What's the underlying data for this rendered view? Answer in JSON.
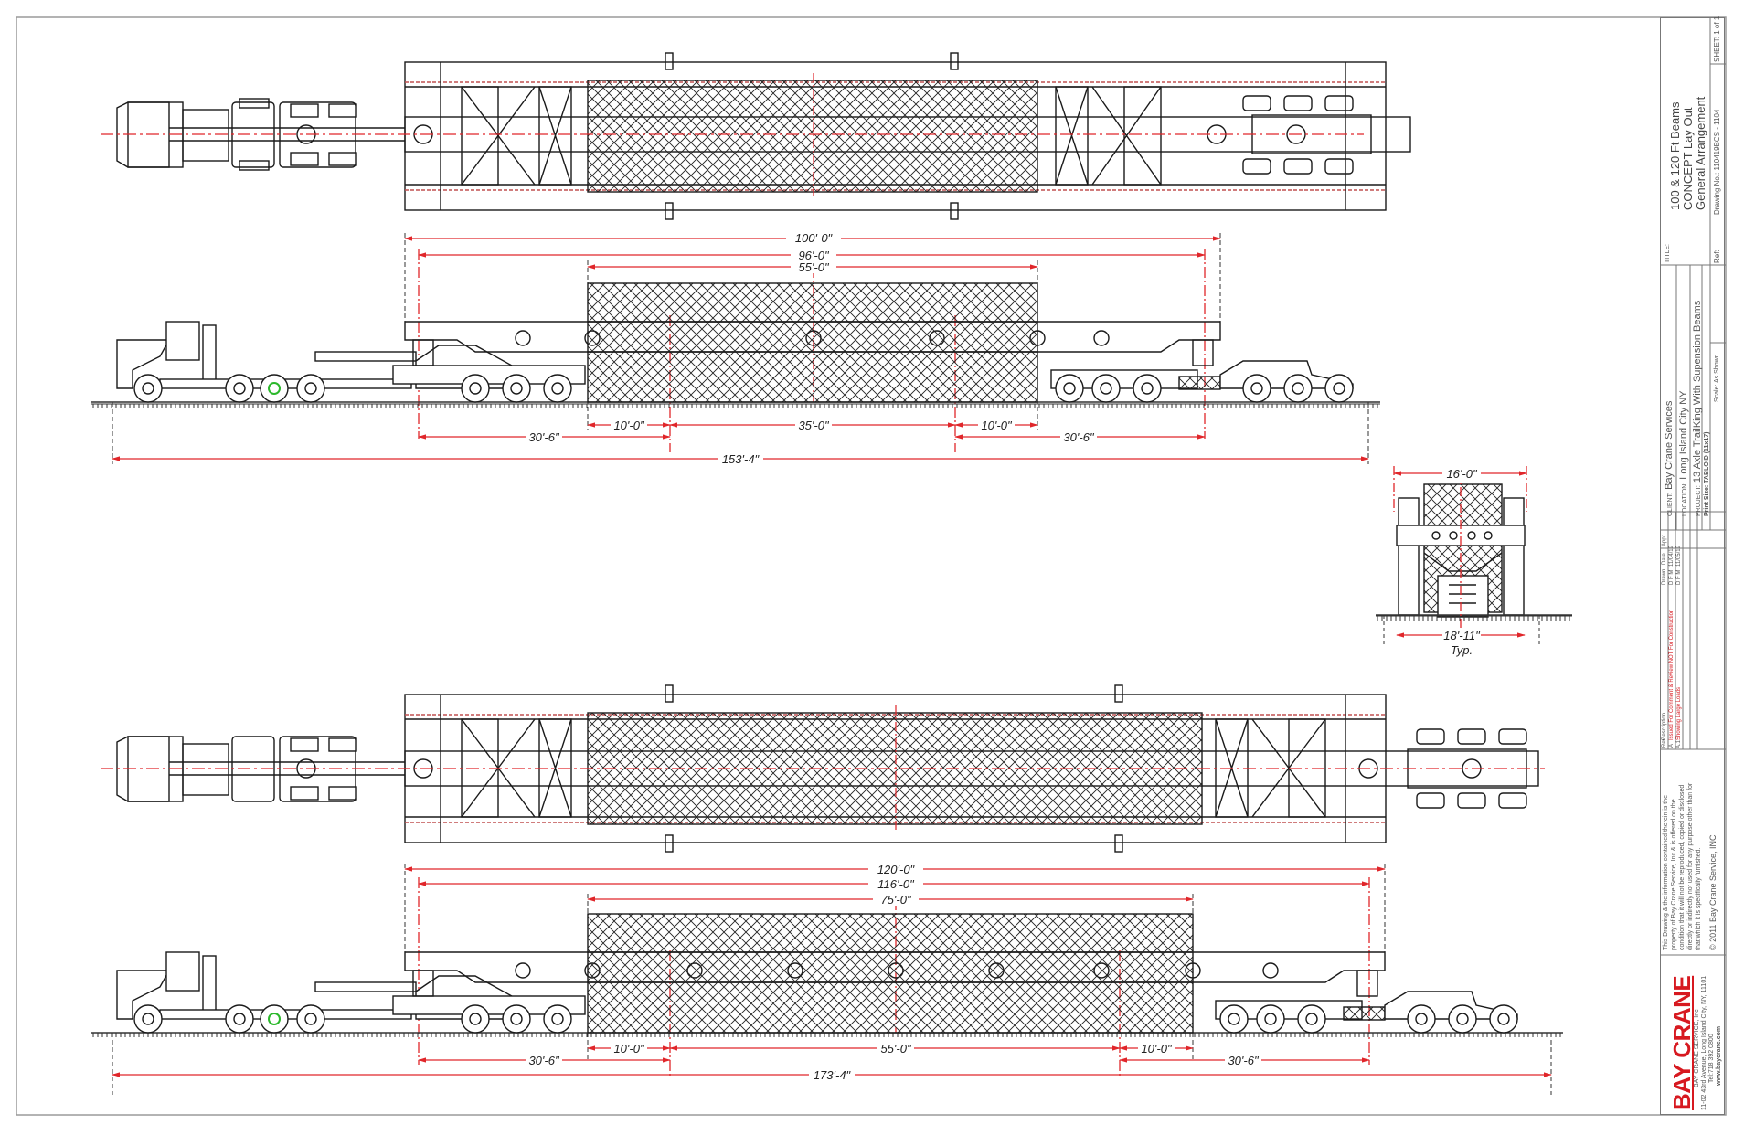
{
  "drawing": {
    "views": [
      {
        "id": "plan-view-100ft",
        "type": "plan"
      },
      {
        "id": "side-elevation-100ft",
        "type": "elevation",
        "top_dims": [
          "100'-0\"",
          "96'-0\"",
          "55'-0\""
        ],
        "bottom_dims_row1": [
          "10'-0\"",
          "35'-0\"",
          "10'-0\""
        ],
        "bottom_dims_row2": [
          "30'-6\"",
          "30'-6\""
        ],
        "overall": "153'-4\""
      },
      {
        "id": "end-view",
        "type": "end",
        "top_dim": "16'-0\"",
        "bottom_dim": "18'-11\"",
        "note": "Typ."
      },
      {
        "id": "plan-view-120ft",
        "type": "plan"
      },
      {
        "id": "side-elevation-120ft",
        "type": "elevation",
        "top_dims": [
          "120'-0\"",
          "116'-0\"",
          "75'-0\""
        ],
        "bottom_dims_row1": [
          "10'-0\"",
          "55'-0\"",
          "10'-0\""
        ],
        "bottom_dims_row2": [
          "30'-6\"",
          "30'-6\""
        ],
        "overall": "173'-4\""
      }
    ],
    "colors": {
      "dimension": "#e0262a",
      "linework": "#1a1a1a",
      "frame": "#8a8a8a",
      "highlight_wheel": "#2bb82b",
      "logo": "#d71920"
    }
  },
  "title_block": {
    "sheet_label": "SHEET:",
    "sheet_value": "1 of 1",
    "drawing_no_label": "Drawing No.:",
    "drawing_no": "110419BCS - 1104",
    "ref_label": "Ref:",
    "title_label": "TITLE:",
    "title_line1": "100 & 120 Ft Beams",
    "title_line2": "CONCEPT Lay Out",
    "title_line3": "General Arrangement",
    "client_label": "CLIENT:",
    "client": "Bay Crane Services",
    "location_label": "LOCATION:",
    "location": "Long Island City NY",
    "project_label": "PROJECT:",
    "project": "13 Axle TrailKing With Supension Beams",
    "print_size": "Print Size: TABLOID (11x17)",
    "scale": "Scale: As Shown",
    "revisions_header": {
      "rev": "Rev.",
      "description": "Description",
      "drawn": "Drawn",
      "date": "Date",
      "appr": "Appr."
    },
    "revisions": [
      {
        "rev": "A",
        "description": "Issued For Comment & Review NOT For Construction",
        "drawn": "D F M",
        "date": "11/04/19",
        "appr": ""
      },
      {
        "rev": "A.1",
        "description": "Showing Large Loads",
        "drawn": "D F M",
        "date": "11/05/19",
        "appr": ""
      }
    ],
    "disclaimer": [
      "This Drawing & the information contained therein is the",
      "property of Bay Crane Service, Inc & is offered on the",
      "condition that it will not be reproduced, copied or disclosed",
      "directly or indirectly nor used for any purpose other than for",
      "that which it is specifically furnished."
    ],
    "copyright": "© 2011 Bay Crane Service, INC",
    "logo": "BAY CRANE",
    "company_name": "BAY CRANE SERVICE, Inc",
    "company_address": "11-02 43rd Avenue, Long Island City, NY, 11101",
    "company_tel": "Tel:718 392 0800",
    "company_web": "www.baycrane.com"
  }
}
